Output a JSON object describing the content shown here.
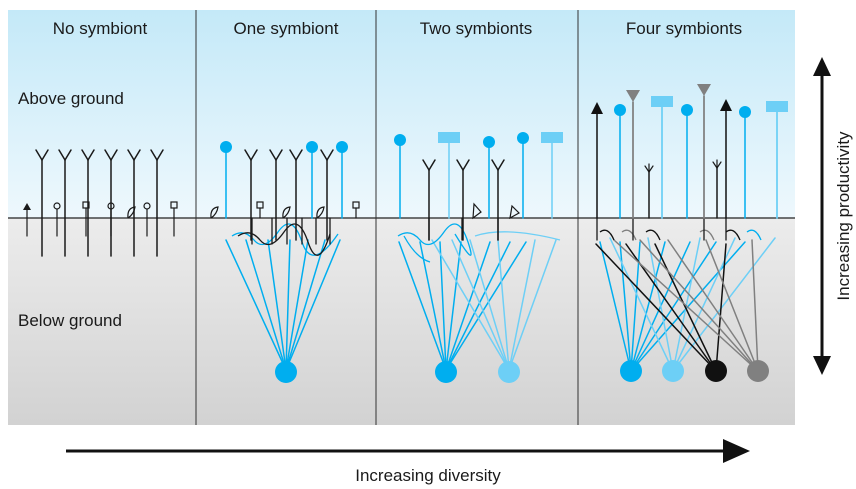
{
  "panels": [
    {
      "title": "No symbiont"
    },
    {
      "title": "One symbiont"
    },
    {
      "title": "Two symbionts"
    },
    {
      "title": "Four symbionts"
    }
  ],
  "zones": {
    "above": "Above ground",
    "below": "Below ground"
  },
  "axes": {
    "x_label": "Increasing diversity",
    "y_label": "Increasing productivity"
  },
  "colors": {
    "sky_top": "#c4e9f8",
    "sky_bottom": "#eef8fd",
    "ground_top": "#ececec",
    "ground_bottom": "#d2d2d2",
    "symbiont_blue": "#00aeef",
    "symbiont_light_blue": "#6dcff6",
    "symbiont_black": "#111111",
    "symbiont_grey": "#808080",
    "plant": "#1a1a1a"
  },
  "symbionts": {
    "one": [
      "symbiont_blue"
    ],
    "two": [
      "symbiont_blue",
      "symbiont_light_blue"
    ],
    "four": [
      "symbiont_blue",
      "symbiont_light_blue",
      "symbiont_black",
      "symbiont_grey"
    ]
  }
}
